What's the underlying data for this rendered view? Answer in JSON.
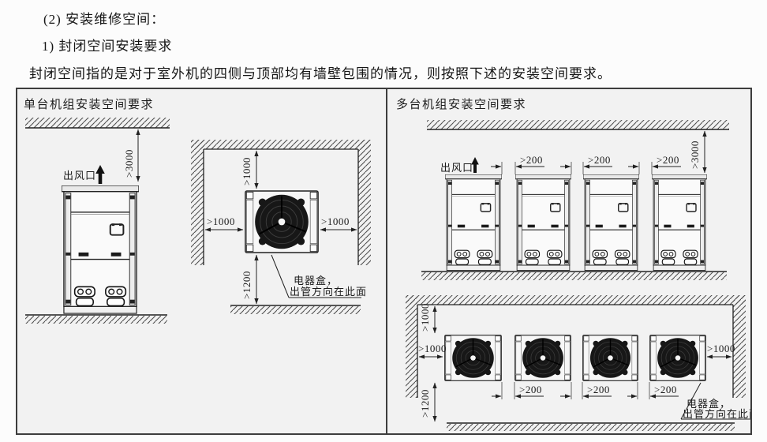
{
  "document": {
    "heading": "(2) 安装维修空间：",
    "subheading": "1) 封闭空间安装要求",
    "paragraph": "封闭空间指的是对于室外机的四侧与顶部均有墙壁包围的情况，则按照下述的安装空间要求。"
  },
  "panels": {
    "single": {
      "title": "单台机组安装空间要求"
    },
    "multi": {
      "title": "多台机组安装空间要求"
    }
  },
  "labels": {
    "air_outlet": "出风口",
    "ebox_line1": "电器盒，",
    "ebox_line2": "出管方向在此面"
  },
  "dims": {
    "top_clearance": ">3000",
    "side_clearance": ">1000",
    "front_clearance": ">1200",
    "unit_gap": ">200"
  },
  "colors": {
    "line": "#2b2b2b",
    "panel_bg": "#f2f2f2",
    "fan_dark": "#171717"
  }
}
